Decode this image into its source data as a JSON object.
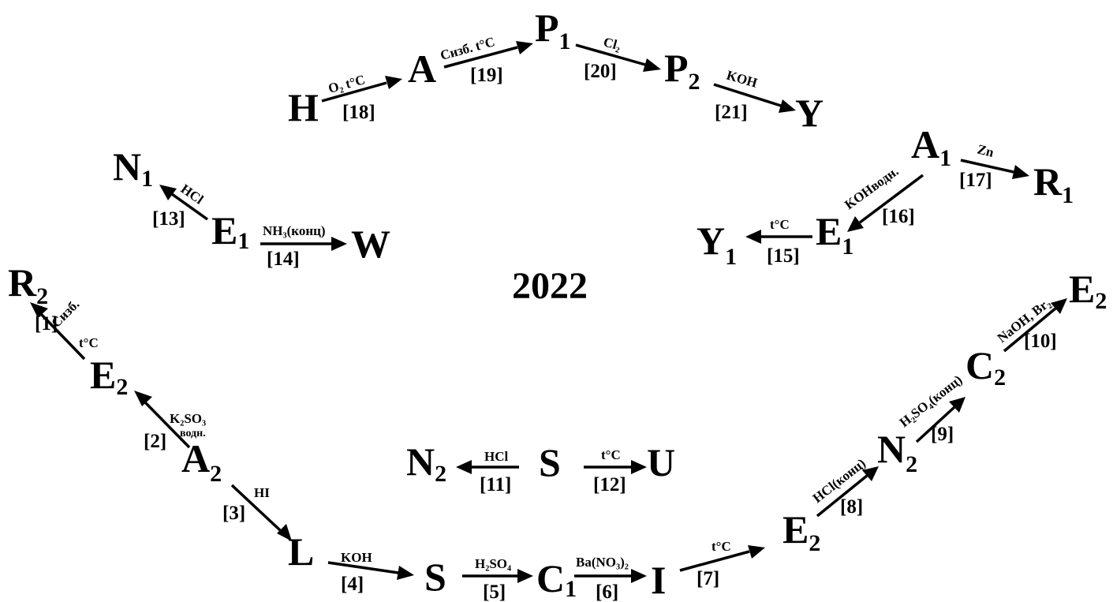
{
  "year": "2022",
  "nodes": {
    "H": {
      "main": "H",
      "sub": ""
    },
    "A": {
      "main": "A",
      "sub": ""
    },
    "P1": {
      "main": "P",
      "sub": "1"
    },
    "P2": {
      "main": "P",
      "sub": "2"
    },
    "Y": {
      "main": "Y",
      "sub": ""
    },
    "A1": {
      "main": "A",
      "sub": "1"
    },
    "R1": {
      "main": "R",
      "sub": "1"
    },
    "E1_right": {
      "main": "E",
      "sub": "1"
    },
    "Y1": {
      "main": "Y",
      "sub": "1"
    },
    "N1": {
      "main": "N",
      "sub": "1"
    },
    "E1_left": {
      "main": "E",
      "sub": "1"
    },
    "W": {
      "main": "W",
      "sub": ""
    },
    "R2": {
      "main": "R",
      "sub": "2"
    },
    "E2_left": {
      "main": "E",
      "sub": "2"
    },
    "A2": {
      "main": "A",
      "sub": "2"
    },
    "L": {
      "main": "L",
      "sub": ""
    },
    "S_bottom": {
      "main": "S",
      "sub": ""
    },
    "C1": {
      "main": "C",
      "sub": "1"
    },
    "I": {
      "main": "I",
      "sub": ""
    },
    "E2_mid": {
      "main": "E",
      "sub": "2"
    },
    "N2_right": {
      "main": "N",
      "sub": "2"
    },
    "C2": {
      "main": "C",
      "sub": "2"
    },
    "E2_right": {
      "main": "E",
      "sub": "2"
    },
    "N2_center": {
      "main": "N",
      "sub": "2"
    },
    "S_center": {
      "main": "S",
      "sub": ""
    },
    "U": {
      "main": "U",
      "sub": ""
    }
  },
  "reactions": [
    {
      "num": "[1]",
      "conditions": [
        "Cизб.",
        "t°C"
      ]
    },
    {
      "num": "[2]",
      "conditions": [
        "K₂SO₃",
        "водн."
      ]
    },
    {
      "num": "[3]",
      "conditions": [
        "HI"
      ]
    },
    {
      "num": "[4]",
      "conditions": [
        "KOH"
      ]
    },
    {
      "num": "[5]",
      "conditions": [
        "H₂SO₄"
      ]
    },
    {
      "num": "[6]",
      "conditions": [
        "Ba(NO₃)₂"
      ]
    },
    {
      "num": "[7]",
      "conditions": [
        "t°C"
      ]
    },
    {
      "num": "[8]",
      "conditions": [
        "HCl(конц)"
      ]
    },
    {
      "num": "[9]",
      "conditions": [
        "H₂SO₄(конц)"
      ]
    },
    {
      "num": "[10]",
      "conditions": [
        "NaOH, Br₂"
      ]
    },
    {
      "num": "[11]",
      "conditions": [
        "HCl"
      ]
    },
    {
      "num": "[12]",
      "conditions": [
        "t°C"
      ]
    },
    {
      "num": "[13]",
      "conditions": [
        "HCl"
      ]
    },
    {
      "num": "[14]",
      "conditions": [
        "NH₃(конц)"
      ]
    },
    {
      "num": "[15]",
      "conditions": [
        "t°C"
      ]
    },
    {
      "num": "[16]",
      "conditions": [
        "KOHводн."
      ]
    },
    {
      "num": "[17]",
      "conditions": [
        "Zn"
      ]
    },
    {
      "num": "[18]",
      "conditions": [
        "O₂ t°C"
      ]
    },
    {
      "num": "[19]",
      "conditions": [
        "Cизб. t°C"
      ]
    },
    {
      "num": "[20]",
      "conditions": [
        "Cl₂"
      ]
    },
    {
      "num": "[21]",
      "conditions": [
        "KOH"
      ]
    }
  ]
}
